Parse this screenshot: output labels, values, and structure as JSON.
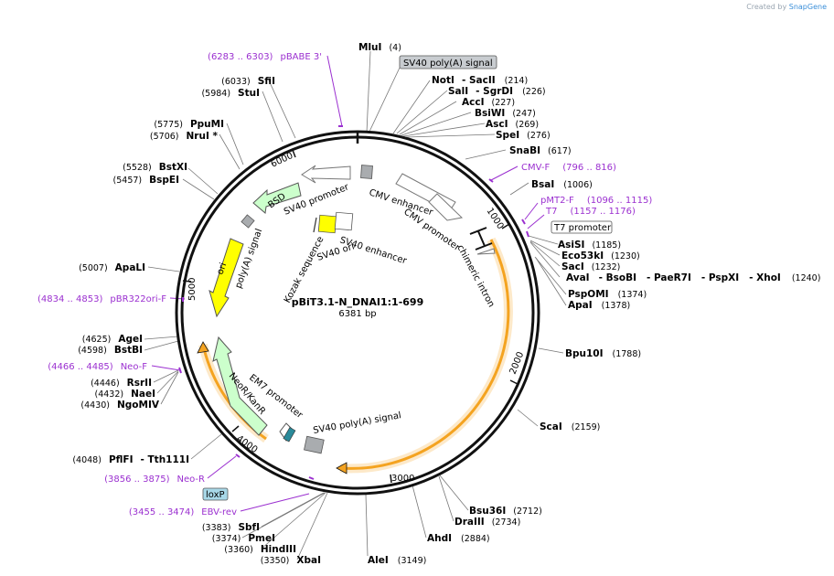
{
  "watermark": {
    "prefix": "Created by",
    "brand": "SnapGene"
  },
  "plasmid": {
    "name": "pBiT3.1-N_DNAI1:1-699",
    "size": "6381 bp",
    "length": 6381
  },
  "ticks": [
    "1000",
    "2000",
    "3000",
    "4000",
    "5000",
    "6000"
  ],
  "boxed_labels": [
    "SV40 poly(A) signal",
    "T7 promoter",
    "loxP"
  ],
  "features_outer": [
    {
      "name": "CMV enhancer"
    },
    {
      "name": "CMV promoter"
    },
    {
      "name": "chimeric intron"
    },
    {
      "name": "SV40 poly(A) signal"
    },
    {
      "name": "EM7 promoter"
    },
    {
      "name": "poly(A) signal"
    },
    {
      "name": "SV40 promoter"
    },
    {
      "name": "NeoR/KanR"
    },
    {
      "name": "BSD"
    },
    {
      "name": "ori"
    }
  ],
  "features_inner": [
    {
      "name": "SV40 enhancer"
    },
    {
      "name": "SV40 ori"
    },
    {
      "name": "Kozak sequence"
    }
  ],
  "sites": [
    {
      "name": "MluI",
      "pos": "(4)"
    },
    {
      "name": "NotI",
      "extra": "- SacII",
      "pos": "(214)"
    },
    {
      "name": "SalI",
      "extra": "- SgrDI",
      "pos": "(226)"
    },
    {
      "name": "AccI",
      "pos": "(227)"
    },
    {
      "name": "BsiWI",
      "pos": "(247)"
    },
    {
      "name": "AscI",
      "pos": "(269)"
    },
    {
      "name": "SpeI",
      "pos": "(276)"
    },
    {
      "name": "SnaBI",
      "pos": "(617)"
    },
    {
      "name": "BsaI",
      "pos": "(1006)"
    },
    {
      "name": "AsiSI",
      "pos": "(1185)"
    },
    {
      "name": "Eco53kI",
      "pos": "(1230)"
    },
    {
      "name": "SacI",
      "pos": "(1232)"
    },
    {
      "name": "AvaI",
      "extra": "- BsoBI   - PaeR7I   - PspXI   - XhoI",
      "pos": "(1240)"
    },
    {
      "name": "PspOMI",
      "pos": "(1374)"
    },
    {
      "name": "ApaI",
      "pos": "(1378)"
    },
    {
      "name": "Bpu10I",
      "pos": "(1788)"
    },
    {
      "name": "ScaI",
      "pos": "(2159)"
    },
    {
      "name": "Bsu36I",
      "pos": "(2712)"
    },
    {
      "name": "DraIII",
      "pos": "(2734)"
    },
    {
      "name": "AhdI",
      "pos": "(2884)"
    },
    {
      "name": "AleI",
      "pos": "(3149)"
    },
    {
      "name": "SbfI",
      "pos": "(3383)"
    },
    {
      "name": "PmeI",
      "pos": "(3374)"
    },
    {
      "name": "HindIII",
      "pos": "(3360)"
    },
    {
      "name": "XbaI",
      "pos": "(3350)"
    },
    {
      "name": "PflFI",
      "extra": "- Tth111I",
      "pos": "(4048)"
    },
    {
      "name": "NgoMIV",
      "pos": "(4430)"
    },
    {
      "name": "NaeI",
      "pos": "(4432)"
    },
    {
      "name": "RsrII",
      "pos": "(4446)"
    },
    {
      "name": "BstBI",
      "pos": "(4598)"
    },
    {
      "name": "AgeI",
      "pos": "(4625)"
    },
    {
      "name": "ApaLI",
      "pos": "(5007)"
    },
    {
      "name": "BspEI",
      "pos": "(5457)"
    },
    {
      "name": "BstXI",
      "pos": "(5528)"
    },
    {
      "name": "NruI *",
      "pos": "(5706)"
    },
    {
      "name": "PpuMI",
      "pos": "(5775)"
    },
    {
      "name": "StuI",
      "pos": "(5984)"
    },
    {
      "name": "SfiI",
      "pos": "(6033)"
    }
  ],
  "primers": [
    {
      "name": "pBABE 3'",
      "range": "(6283 .. 6303)"
    },
    {
      "name": "CMV-F",
      "range": "(796 .. 816)"
    },
    {
      "name": "pMT2-F",
      "range": "(1096 .. 1115)"
    },
    {
      "name": "T7",
      "range": "(1157 .. 1176)"
    },
    {
      "name": "pBR322ori-F",
      "range": "(4834 .. 4853)"
    },
    {
      "name": "Neo-F",
      "range": "(4466 .. 4485)"
    },
    {
      "name": "Neo-R",
      "range": "(3856 .. 3875)"
    },
    {
      "name": "EBV-rev",
      "range": "(3455 .. 3474)"
    }
  ],
  "colors": {
    "primer": "#9b30d0",
    "orf": "#f4a320",
    "ori": "#ffff00",
    "marker": "#ccffcc",
    "grey_box": "#a9acaf",
    "boxed_label_bg": "#c8ccd0",
    "loxp_bg": "#a8d8e8",
    "backbone": "#111111"
  }
}
